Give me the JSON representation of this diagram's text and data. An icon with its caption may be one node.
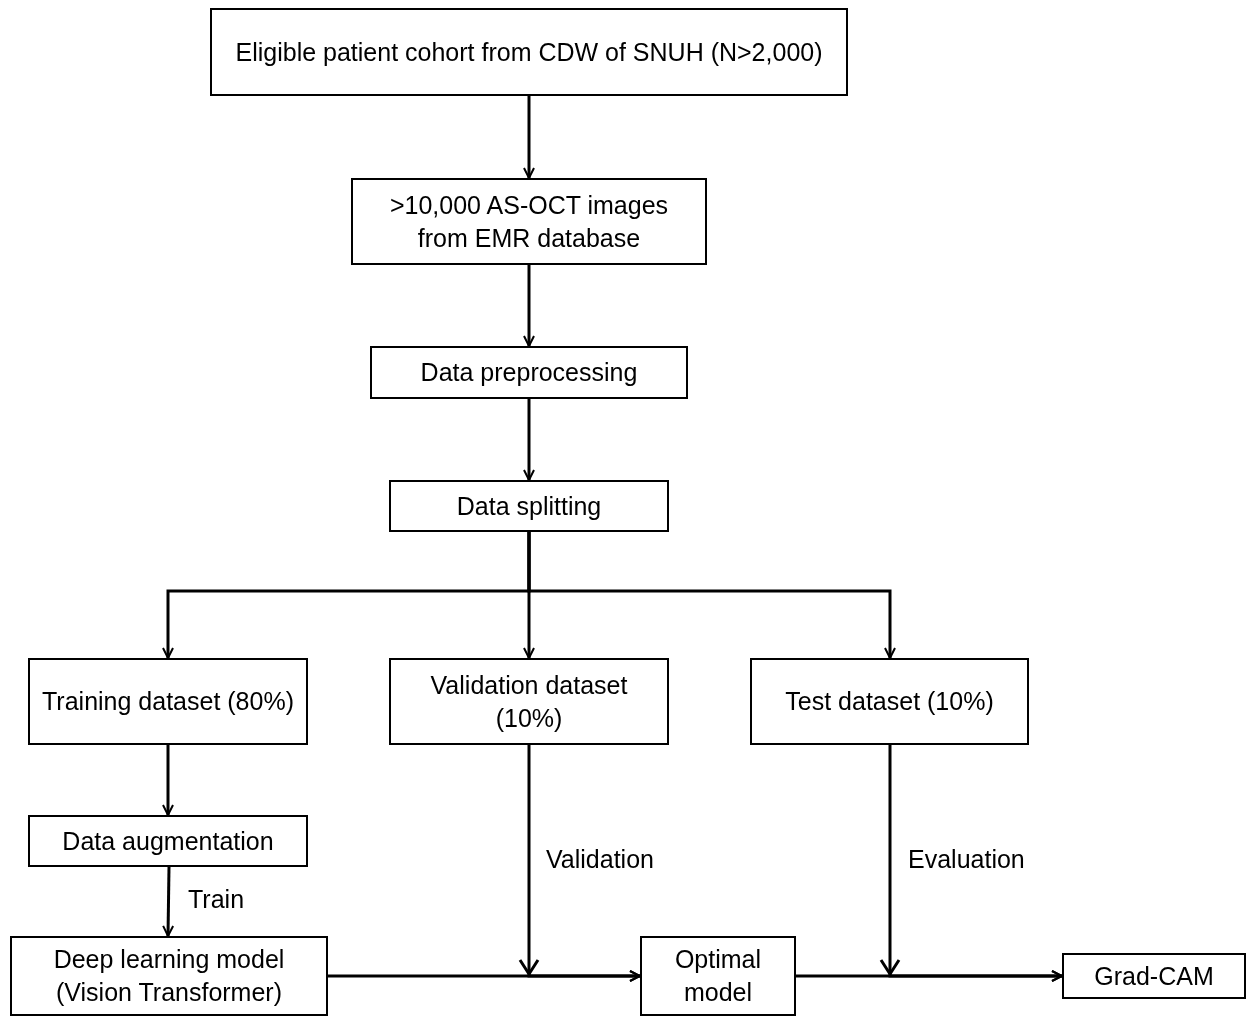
{
  "diagram": {
    "nodes": [
      {
        "text": [
          "Eligible patient cohort from CDW of SNUH (N>2,000)"
        ]
      },
      {
        "text": [
          ">10,000 AS-OCT images from EMR database"
        ]
      },
      {
        "text": [
          "Data preprocessing"
        ]
      },
      {
        "text": [
          "Data splitting"
        ]
      },
      {
        "text": [
          "Training dataset (80%)"
        ]
      },
      {
        "text": [
          "Validation dataset (10%)"
        ]
      },
      {
        "text": [
          "Test dataset (10%)"
        ]
      },
      {
        "text": [
          "Data augmentation"
        ]
      },
      {
        "text": [
          "Deep learning model (Vision Transformer)"
        ]
      },
      {
        "text": [
          "Optimal model"
        ]
      },
      {
        "text": [
          "Grad-CAM"
        ]
      }
    ],
    "edges": [
      {
        "from": 0,
        "to": 1,
        "arrow": "to"
      },
      {
        "from": 1,
        "to": 2,
        "arrow": "to"
      },
      {
        "from": 2,
        "to": 3,
        "arrow": "to"
      },
      {
        "from": 3,
        "to": 4,
        "arrow": "to"
      },
      {
        "from": 3,
        "to": 5,
        "arrow": "to"
      },
      {
        "from": 3,
        "to": 6,
        "arrow": "to"
      },
      {
        "from": 4,
        "to": 7,
        "arrow": "to"
      },
      {
        "from": 7,
        "to": 8,
        "arrow": "to",
        "label": "Train"
      },
      {
        "from": 8,
        "to": 9,
        "arrow": "to"
      },
      {
        "from": 5,
        "to": 9,
        "arrow": "to",
        "label": "Validation"
      },
      {
        "from": 9,
        "to": 10,
        "arrow": "to"
      },
      {
        "from": 6,
        "to": 10,
        "arrow": "to",
        "label": "Evaluation"
      }
    ]
  }
}
